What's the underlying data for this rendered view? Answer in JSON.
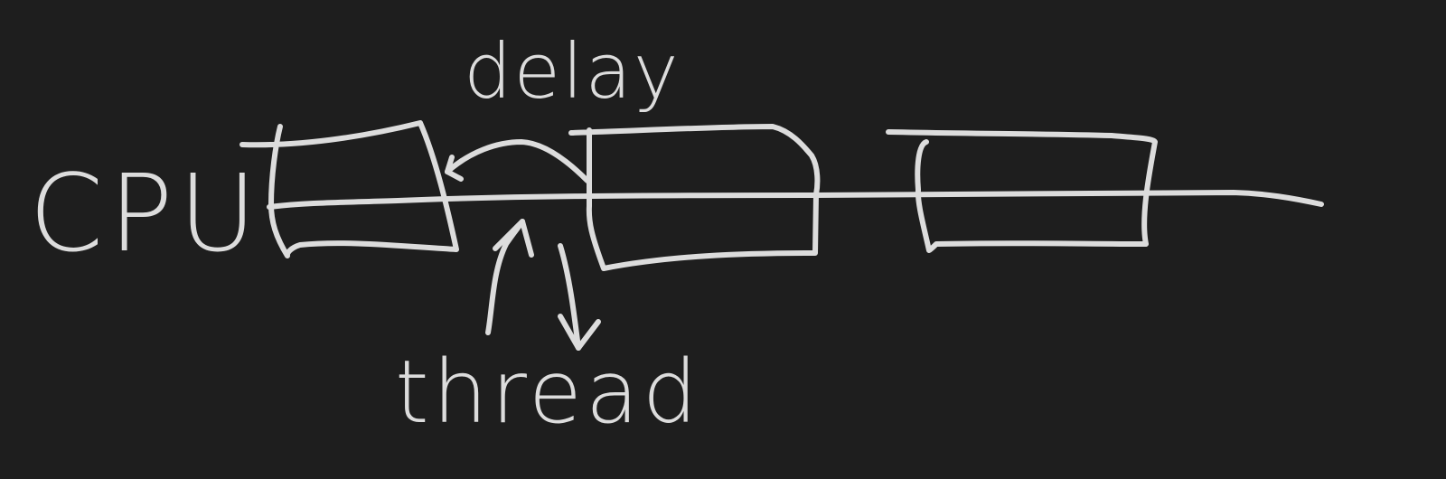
{
  "diagram": {
    "labels": {
      "cpu": "CPU",
      "delay": "delay",
      "thread": "thread"
    },
    "colors": {
      "background": "#1e1e1e",
      "ink": "#dcdcdc"
    }
  }
}
